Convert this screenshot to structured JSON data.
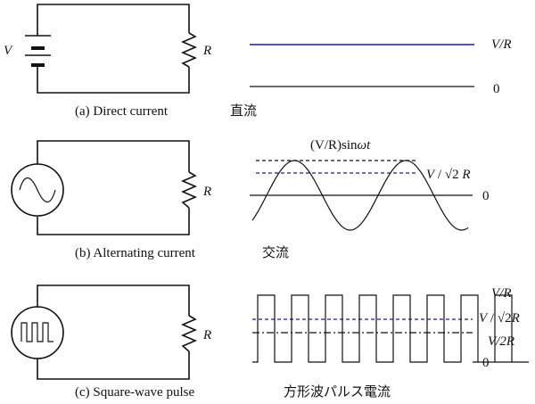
{
  "panels": [
    {
      "caption": "(a) Direct current",
      "caption_jp": "直流",
      "component_label": "R",
      "source_label": "V",
      "level_top_label": "V/R",
      "level_zero_label": "0"
    },
    {
      "caption": "(b) Alternating current",
      "caption_jp": "交流",
      "component_label": "R",
      "peak_label_a": "(V/R)",
      "peak_label_b": "sin",
      "peak_label_c": "ωt",
      "rms_label_v": "V",
      "rms_label_slash": " / ",
      "rms_label_sqrt": "√2",
      "rms_label_r": " R",
      "level_zero_label": "0"
    },
    {
      "caption": "(c) Square-wave pulse",
      "caption_jp": "方形波パルス電流",
      "component_label": "R",
      "level_top_label": "V/R",
      "rms_label_v": "V",
      "rms_label_slash": " / ",
      "rms_label_sqrt": "√2",
      "rms_label_r": "R",
      "avg_label": "V/2R",
      "level_zero_label": "0"
    }
  ],
  "colors": {
    "ink": "#111111",
    "rms_dashed": "#1a1aa8"
  }
}
